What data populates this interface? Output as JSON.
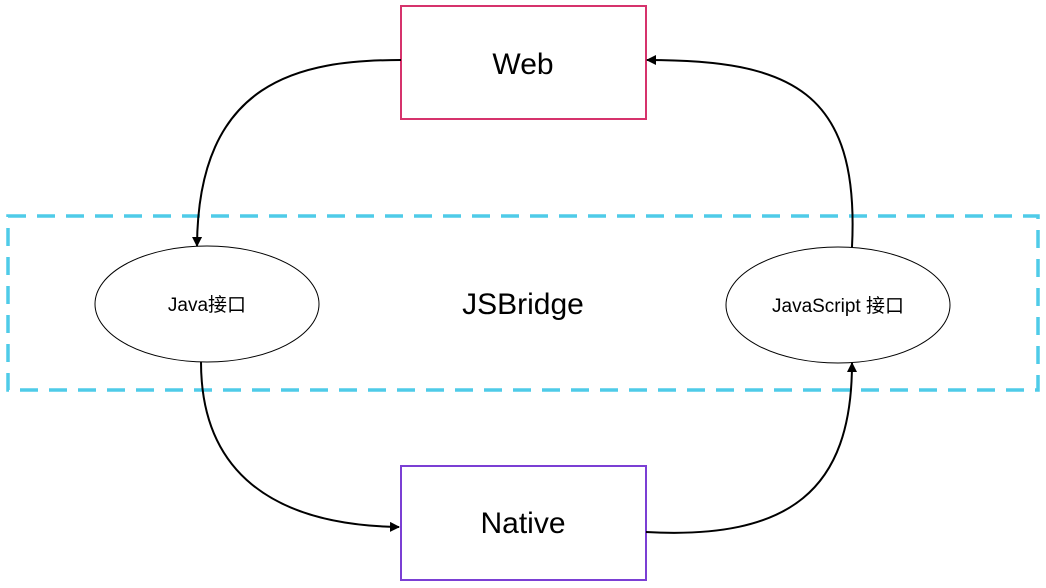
{
  "nodes": {
    "web": {
      "label": "Web",
      "border_color": "#d6336c"
    },
    "native": {
      "label": "Native",
      "border_color": "#7b3fd4"
    },
    "java_interface": {
      "label": "Java接口"
    },
    "js_interface": {
      "label": "JavaScript 接口"
    }
  },
  "bridge": {
    "label": "JSBridge",
    "border_color": "#4fcbe8",
    "border_style": "dashed"
  },
  "edges": [
    {
      "from": "web",
      "to": "java_interface"
    },
    {
      "from": "java_interface",
      "to": "native"
    },
    {
      "from": "native",
      "to": "js_interface"
    },
    {
      "from": "js_interface",
      "to": "web"
    }
  ]
}
